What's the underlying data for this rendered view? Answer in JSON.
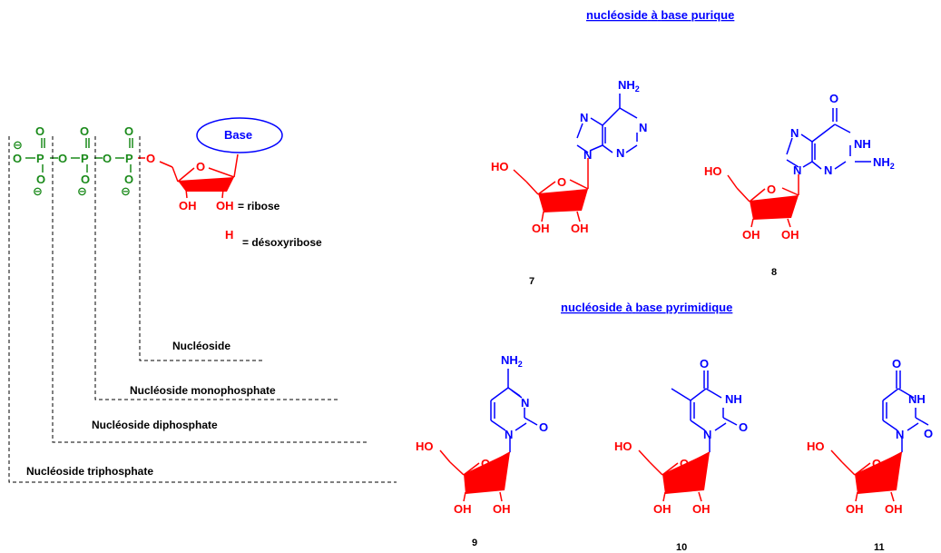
{
  "colors": {
    "phosphate": "#1a8a1a",
    "sugar": "#ff0000",
    "base": "#0000ff",
    "text": "#000000"
  },
  "headings": {
    "purine": [
      "nucléoside",
      "à",
      "base",
      "purique"
    ],
    "pyrimidine": [
      "nucléoside",
      "à",
      "base",
      "pyrimidique"
    ]
  },
  "general": {
    "base_label": "Base",
    "oh1": "OH",
    "oh2": "OH",
    "ribose_label": "= ribose",
    "h_label": "H",
    "deoxy_label": "= désoxyribose",
    "phosphorus": "P",
    "oxygen": "O",
    "charge": "⊖"
  },
  "brackets": [
    {
      "label": "Nucléoside"
    },
    {
      "label": "Nucléoside monophosphate"
    },
    {
      "label": "Nucléoside diphosphate"
    },
    {
      "label": "Nucléoside triphosphate"
    }
  ],
  "compounds": [
    {
      "number": "7",
      "atoms": [
        "NH2",
        "N",
        "N",
        "N",
        "N",
        "HO",
        "O",
        "OH",
        "OH"
      ]
    },
    {
      "number": "8",
      "atoms": [
        "O",
        "NH",
        "N",
        "N",
        "N",
        "NH2",
        "HO",
        "O",
        "OH",
        "OH"
      ]
    },
    {
      "number": "9",
      "atoms": [
        "NH2",
        "N",
        "N",
        "O",
        "HO",
        "O",
        "OH",
        "OH"
      ]
    },
    {
      "number": "10",
      "atoms": [
        "O",
        "NH",
        "N",
        "O",
        "HO",
        "O",
        "OH",
        "OH"
      ]
    },
    {
      "number": "11",
      "atoms": [
        "O",
        "NH",
        "N",
        "O",
        "HO",
        "O",
        "OH",
        "OH"
      ]
    }
  ]
}
